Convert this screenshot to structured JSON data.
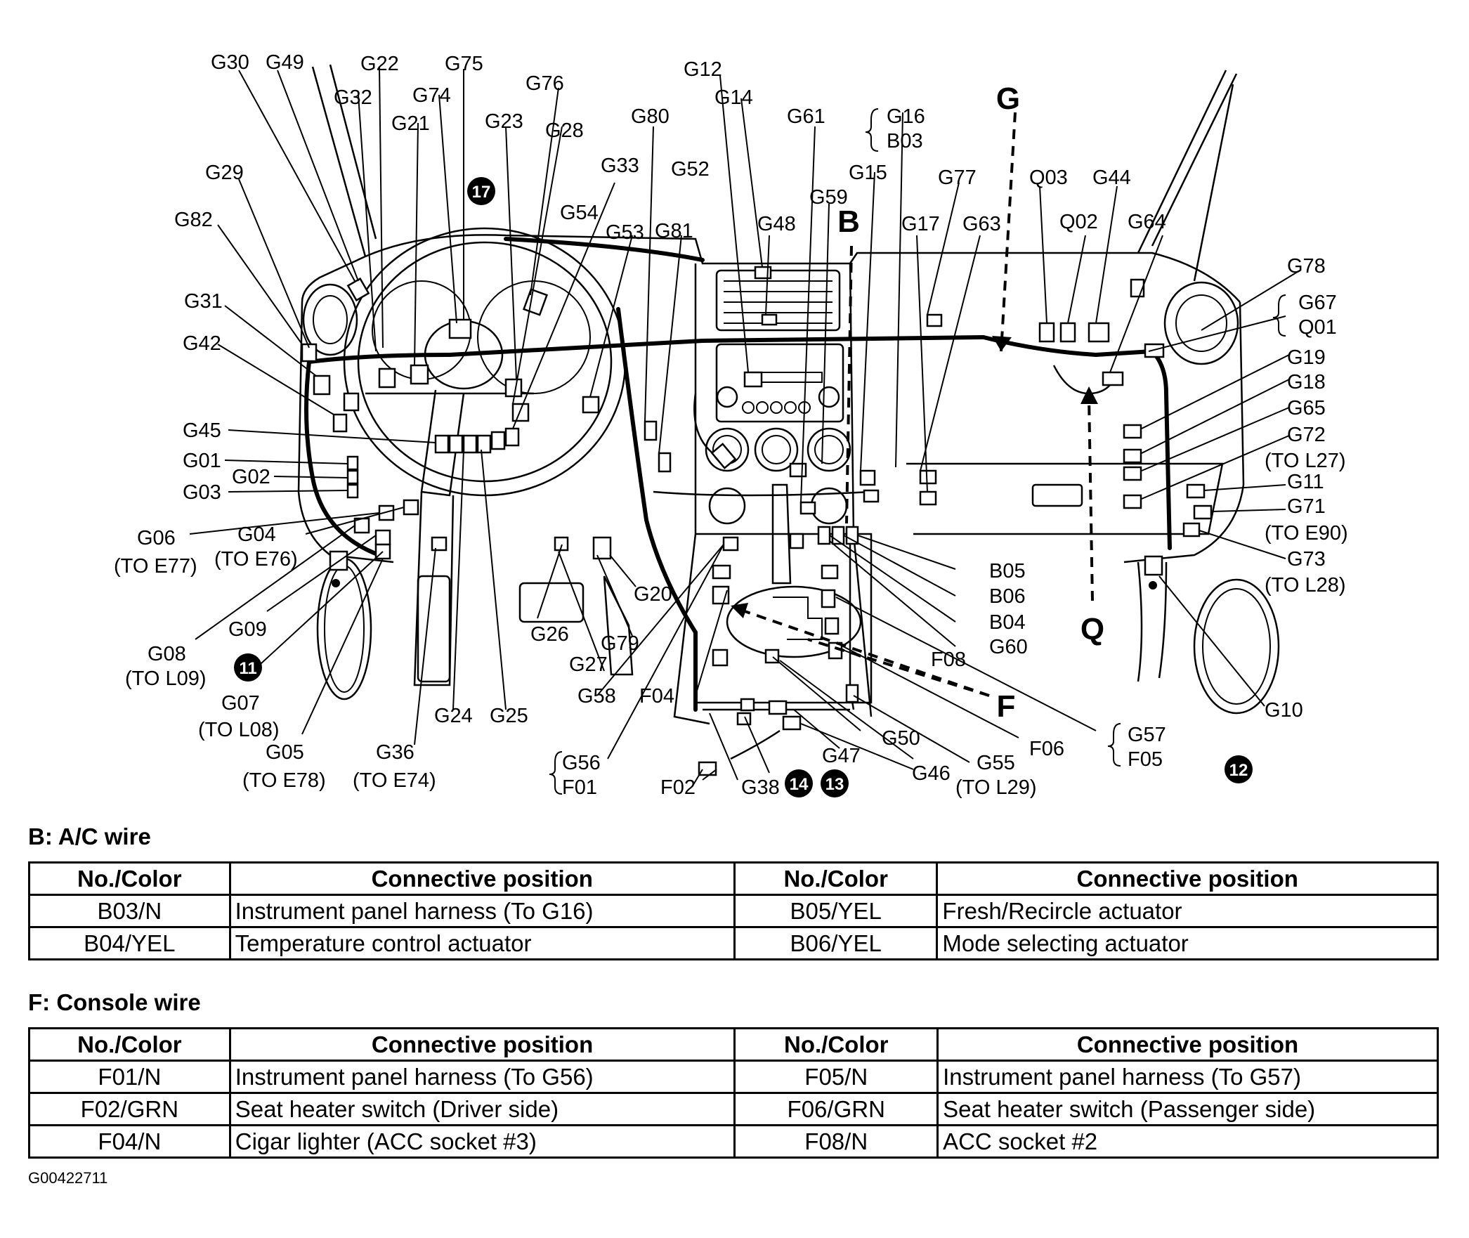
{
  "labels": [
    {
      "id": "G30",
      "text": "G30"
    },
    {
      "id": "G49",
      "text": "G49"
    },
    {
      "id": "G22",
      "text": "G22"
    },
    {
      "id": "G75",
      "text": "G75"
    },
    {
      "id": "G32",
      "text": "G32"
    },
    {
      "id": "G74",
      "text": "G74"
    },
    {
      "id": "G76",
      "text": "G76"
    },
    {
      "id": "G21",
      "text": "G21"
    },
    {
      "id": "G23",
      "text": "G23"
    },
    {
      "id": "G28",
      "text": "G28"
    },
    {
      "id": "G12",
      "text": "G12"
    },
    {
      "id": "G14",
      "text": "G14"
    },
    {
      "id": "G80",
      "text": "G80"
    },
    {
      "id": "G61",
      "text": "G61"
    },
    {
      "id": "G16",
      "text": "G16"
    },
    {
      "id": "B03",
      "text": "B03"
    },
    {
      "id": "G29",
      "text": "G29"
    },
    {
      "id": "G33",
      "text": "G33"
    },
    {
      "id": "G52",
      "text": "G52"
    },
    {
      "id": "G15",
      "text": "G15"
    },
    {
      "id": "G77",
      "text": "G77"
    },
    {
      "id": "Q03",
      "text": "Q03"
    },
    {
      "id": "G44",
      "text": "G44"
    },
    {
      "id": "G59",
      "text": "G59"
    },
    {
      "id": "G82",
      "text": "G82"
    },
    {
      "id": "G54",
      "text": "G54"
    },
    {
      "id": "G53",
      "text": "G53"
    },
    {
      "id": "G81",
      "text": "G81"
    },
    {
      "id": "G48",
      "text": "G48"
    },
    {
      "id": "G17",
      "text": "G17"
    },
    {
      "id": "G63",
      "text": "G63"
    },
    {
      "id": "Q02",
      "text": "Q02"
    },
    {
      "id": "G64",
      "text": "G64"
    },
    {
      "id": "G78",
      "text": "G78"
    },
    {
      "id": "G31",
      "text": "G31"
    },
    {
      "id": "G67",
      "text": "G67"
    },
    {
      "id": "Q01",
      "text": "Q01"
    },
    {
      "id": "G42",
      "text": "G42"
    },
    {
      "id": "G19",
      "text": "G19"
    },
    {
      "id": "G18",
      "text": "G18"
    },
    {
      "id": "G45",
      "text": "G45"
    },
    {
      "id": "G65",
      "text": "G65"
    },
    {
      "id": "G72",
      "text": "G72"
    },
    {
      "id": "TOL27",
      "text": "(TO L27)"
    },
    {
      "id": "G01",
      "text": "G01"
    },
    {
      "id": "G02",
      "text": "G02"
    },
    {
      "id": "G03",
      "text": "G03"
    },
    {
      "id": "G11",
      "text": "G11"
    },
    {
      "id": "G71",
      "text": "G71"
    },
    {
      "id": "TOE90",
      "text": "(TO E90)"
    },
    {
      "id": "G06",
      "text": "G06"
    },
    {
      "id": "G04",
      "text": "G04"
    },
    {
      "id": "TOE77",
      "text": "(TO E77)"
    },
    {
      "id": "TOE76",
      "text": "(TO E76)"
    },
    {
      "id": "G73",
      "text": "G73"
    },
    {
      "id": "TOL28",
      "text": "(TO L28)"
    },
    {
      "id": "B05",
      "text": "B05"
    },
    {
      "id": "G20",
      "text": "G20"
    },
    {
      "id": "B06",
      "text": "B06"
    },
    {
      "id": "G09",
      "text": "G09"
    },
    {
      "id": "G26",
      "text": "G26"
    },
    {
      "id": "B04",
      "text": "B04"
    },
    {
      "id": "G08",
      "text": "G08"
    },
    {
      "id": "G79",
      "text": "G79"
    },
    {
      "id": "G60",
      "text": "G60"
    },
    {
      "id": "TOL09",
      "text": "(TO L09)"
    },
    {
      "id": "G27",
      "text": "G27"
    },
    {
      "id": "F08",
      "text": "F08"
    },
    {
      "id": "G07",
      "text": "G07"
    },
    {
      "id": "G58",
      "text": "G58"
    },
    {
      "id": "F04",
      "text": "F04"
    },
    {
      "id": "TOL08",
      "text": "(TO L08)"
    },
    {
      "id": "G24",
      "text": "G24"
    },
    {
      "id": "G25",
      "text": "G25"
    },
    {
      "id": "G10",
      "text": "G10"
    },
    {
      "id": "G50",
      "text": "G50"
    },
    {
      "id": "G57",
      "text": "G57"
    },
    {
      "id": "G05",
      "text": "G05"
    },
    {
      "id": "G36",
      "text": "G36"
    },
    {
      "id": "F06",
      "text": "F06"
    },
    {
      "id": "G47",
      "text": "G47"
    },
    {
      "id": "G55",
      "text": "G55"
    },
    {
      "id": "F05",
      "text": "F05"
    },
    {
      "id": "TOE78",
      "text": "(TO E78)"
    },
    {
      "id": "TOE74",
      "text": "(TO E74)"
    },
    {
      "id": "G56",
      "text": "G56"
    },
    {
      "id": "G46",
      "text": "G46"
    },
    {
      "id": "TOL29",
      "text": "(TO L29)"
    },
    {
      "id": "F01",
      "text": "F01"
    },
    {
      "id": "F02",
      "text": "F02"
    },
    {
      "id": "G38",
      "text": "G38"
    }
  ],
  "letters": {
    "G": "G",
    "B": "B",
    "Q": "Q",
    "F": "F"
  },
  "markers": {
    "m17": "17",
    "m11": "11",
    "m12": "12",
    "m13": "13",
    "m14": "14"
  },
  "table_b": {
    "title": "B: A/C wire",
    "headers": [
      "No./Color",
      "Connective position",
      "No./Color",
      "Connective position"
    ],
    "rows": [
      [
        "B03/N",
        "Instrument panel harness (To G16)",
        "B05/YEL",
        "Fresh/Recircle actuator"
      ],
      [
        "B04/YEL",
        "Temperature control actuator",
        "B06/YEL",
        "Mode selecting actuator"
      ]
    ]
  },
  "table_f": {
    "title": "F: Console wire",
    "headers": [
      "No./Color",
      "Connective position",
      "No./Color",
      "Connective position"
    ],
    "rows": [
      [
        "F01/N",
        "Instrument panel harness (To G56)",
        "F05/N",
        "Instrument panel harness (To G57)"
      ],
      [
        "F02/GRN",
        "Seat heater switch (Driver side)",
        "F06/GRN",
        "Seat heater switch (Passenger side)"
      ],
      [
        "F04/N",
        "Cigar lighter (ACC socket #3)",
        "F08/N",
        "ACC socket #2"
      ]
    ]
  },
  "footer_code": "G00422711"
}
